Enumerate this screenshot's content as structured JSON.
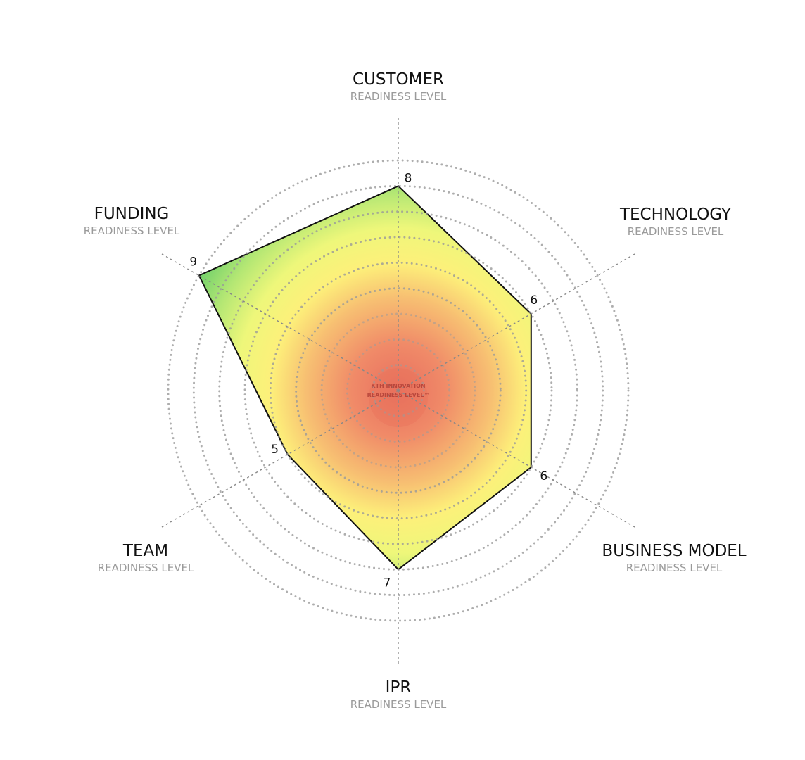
{
  "chart_data": {
    "type": "radar",
    "title": "KTH INNOVATION READINESS LEVEL™",
    "axes": [
      {
        "name": "CUSTOMER",
        "sub": "READINESS LEVEL",
        "value": 8
      },
      {
        "name": "TECHNOLOGY",
        "sub": "READINESS LEVEL",
        "value": 6
      },
      {
        "name": "BUSINESS MODEL",
        "sub": "READINESS LEVEL",
        "value": 6
      },
      {
        "name": "IPR",
        "sub": "READINESS LEVEL",
        "value": 7
      },
      {
        "name": "TEAM",
        "sub": "READINESS LEVEL",
        "value": 5
      },
      {
        "name": "FUNDING",
        "sub": "READINESS LEVEL",
        "value": 9
      }
    ],
    "rmax": 9,
    "rings": 9,
    "center_label": [
      "KTH INNOVATION",
      "READINESS LEVEL™"
    ],
    "colors": {
      "center": "#e8705f",
      "mid": "#fdf57a",
      "outer": "#6fd26a",
      "outline": "#111111",
      "grid": "#9a9a9a"
    }
  }
}
